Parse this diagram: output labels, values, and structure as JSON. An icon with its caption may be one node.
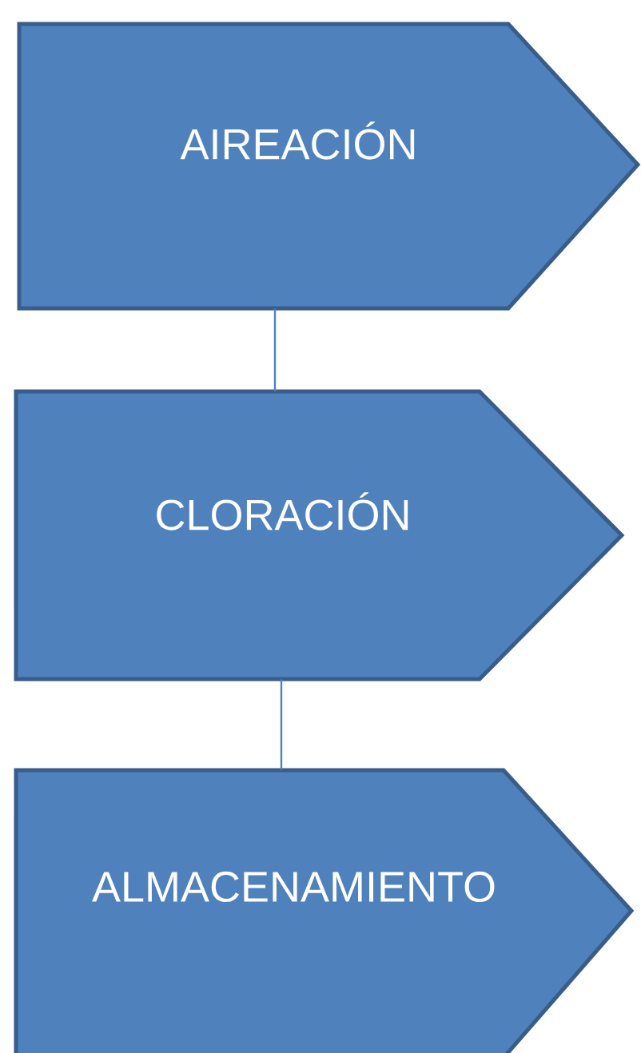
{
  "diagram": {
    "nodes": [
      {
        "text": [
          "AIREACIÓN"
        ]
      },
      {
        "text": [
          "CLORACIÓN"
        ]
      },
      {
        "text": [
          "ALMACENAMIENTO"
        ]
      }
    ],
    "edges": [
      {
        "from": 0,
        "to": 1,
        "arrow": "none"
      },
      {
        "from": 1,
        "to": 2,
        "arrow": "none"
      }
    ]
  }
}
